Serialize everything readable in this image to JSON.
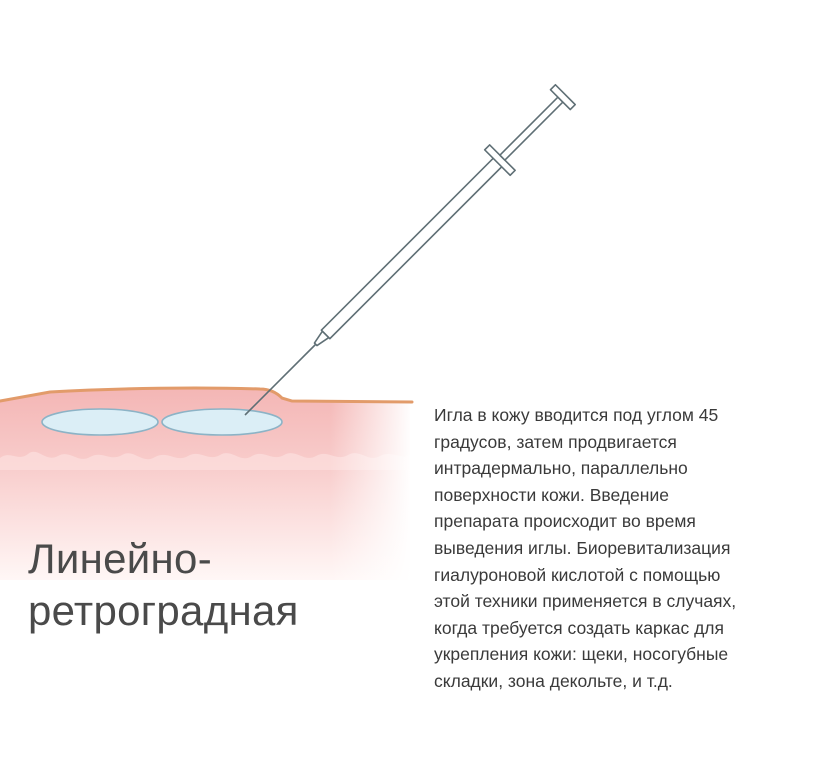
{
  "title": {
    "line1": "Линейно-",
    "line2": "ретроградная"
  },
  "description": {
    "lines": [
      "Игла в кожу вводится под углом 45",
      "градусов, затем продвигается",
      "интрадермально, параллельно",
      "поверхности кожи. Введение",
      "препарата происходит во время",
      "выведения иглы. Биоревитализация",
      "гиалуроновой кислотой с помощью",
      "этой техники применяется в случаях,",
      "когда требуется создать каркас для",
      "укрепления кожи: щеки, носогубные",
      "складки, зона декольте, и т.д."
    ]
  },
  "colors": {
    "skin_surface": "#e8a070",
    "skin_top": "#f4b9b8",
    "skin_bottom": "#fde9e8",
    "deposit_fill": "#d9ecf4",
    "deposit_stroke": "#8fb4c8",
    "syringe_stroke": "#5f6f75",
    "text": "#3a3a3a"
  },
  "icons": {
    "syringe": "syringe-icon",
    "deposits": "filler-deposit-icon"
  }
}
